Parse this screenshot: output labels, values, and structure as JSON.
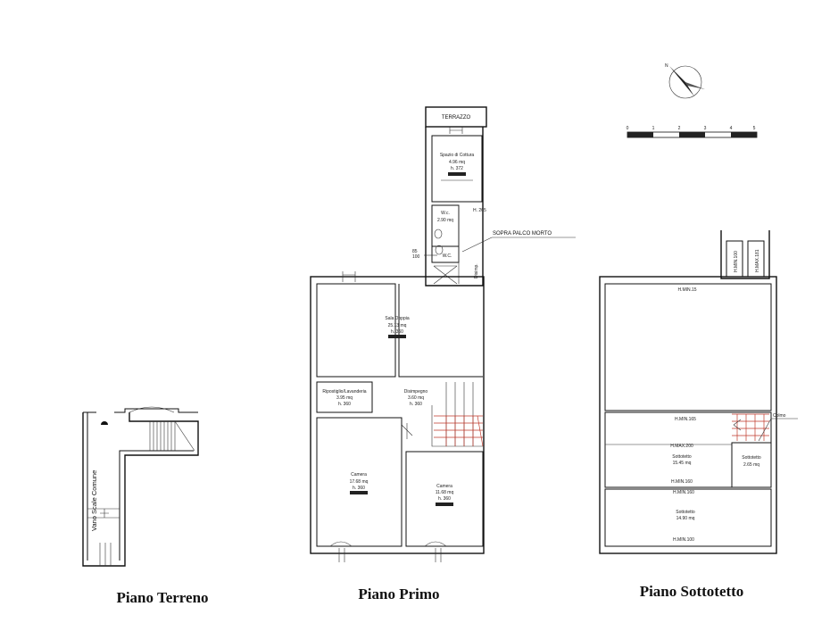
{
  "titles": {
    "terreno": "Piano Terreno",
    "primo": "Piano Primo",
    "sottotetto": "Piano Sottotetto"
  },
  "terreno": {
    "stair": "Vano Scale Comune"
  },
  "primo": {
    "terrazzo": "TERRAZZO",
    "cottura_name": "Spazio di Cottura",
    "cottura_area": "4.96 mq",
    "cottura_h": "h. 372",
    "wc1_name": "W.c.",
    "wc1_area": "2.90 mq",
    "wc2_name": "W.C.",
    "h265": "H. 265",
    "disimp_side": "Disimp.",
    "palco": "SOPRA PALCO MORTO",
    "dim_85": "85",
    "dim_100": "100",
    "sala_name": "Sala Doppia",
    "sala_area": "25.13 mq",
    "sala_h": "h. 360",
    "rip_name": "Ripostiglio/Lavanderia",
    "rip_area": "3.95 mq",
    "rip_h": "h. 360",
    "dis_name": "Disimpegno",
    "dis_area": "3.60 mq",
    "dis_h": "h. 360",
    "cam1_name": "Camera",
    "cam1_area": "17.68 mq",
    "cam1_h": "h. 360",
    "cam2_name": "Camera",
    "cam2_area": "11.68 mq",
    "cam2_h": "h. 360"
  },
  "sottotetto": {
    "hmin15": "H.MIN.15",
    "hmin165": "H.MIN.165",
    "hmax200": "H.MAX.200",
    "sott1_name": "Sottotetto",
    "sott1_area": "15.45 mq",
    "sott2_name": "Sottotetto",
    "sott2_area": "2.65 mq",
    "hmin160a": "H.MIN.160",
    "hmin160b": "H.MIN.160",
    "sott3_name": "Sottotetto",
    "sott3_area": "14.90 mq",
    "hmin100": "H.MIN.100",
    "colmo": "Colmo",
    "vert1": "H.MIN.100",
    "vert2": "H.MAX.181"
  },
  "scale_ticks": [
    "0",
    "1",
    "2",
    "3",
    "4",
    "5"
  ]
}
